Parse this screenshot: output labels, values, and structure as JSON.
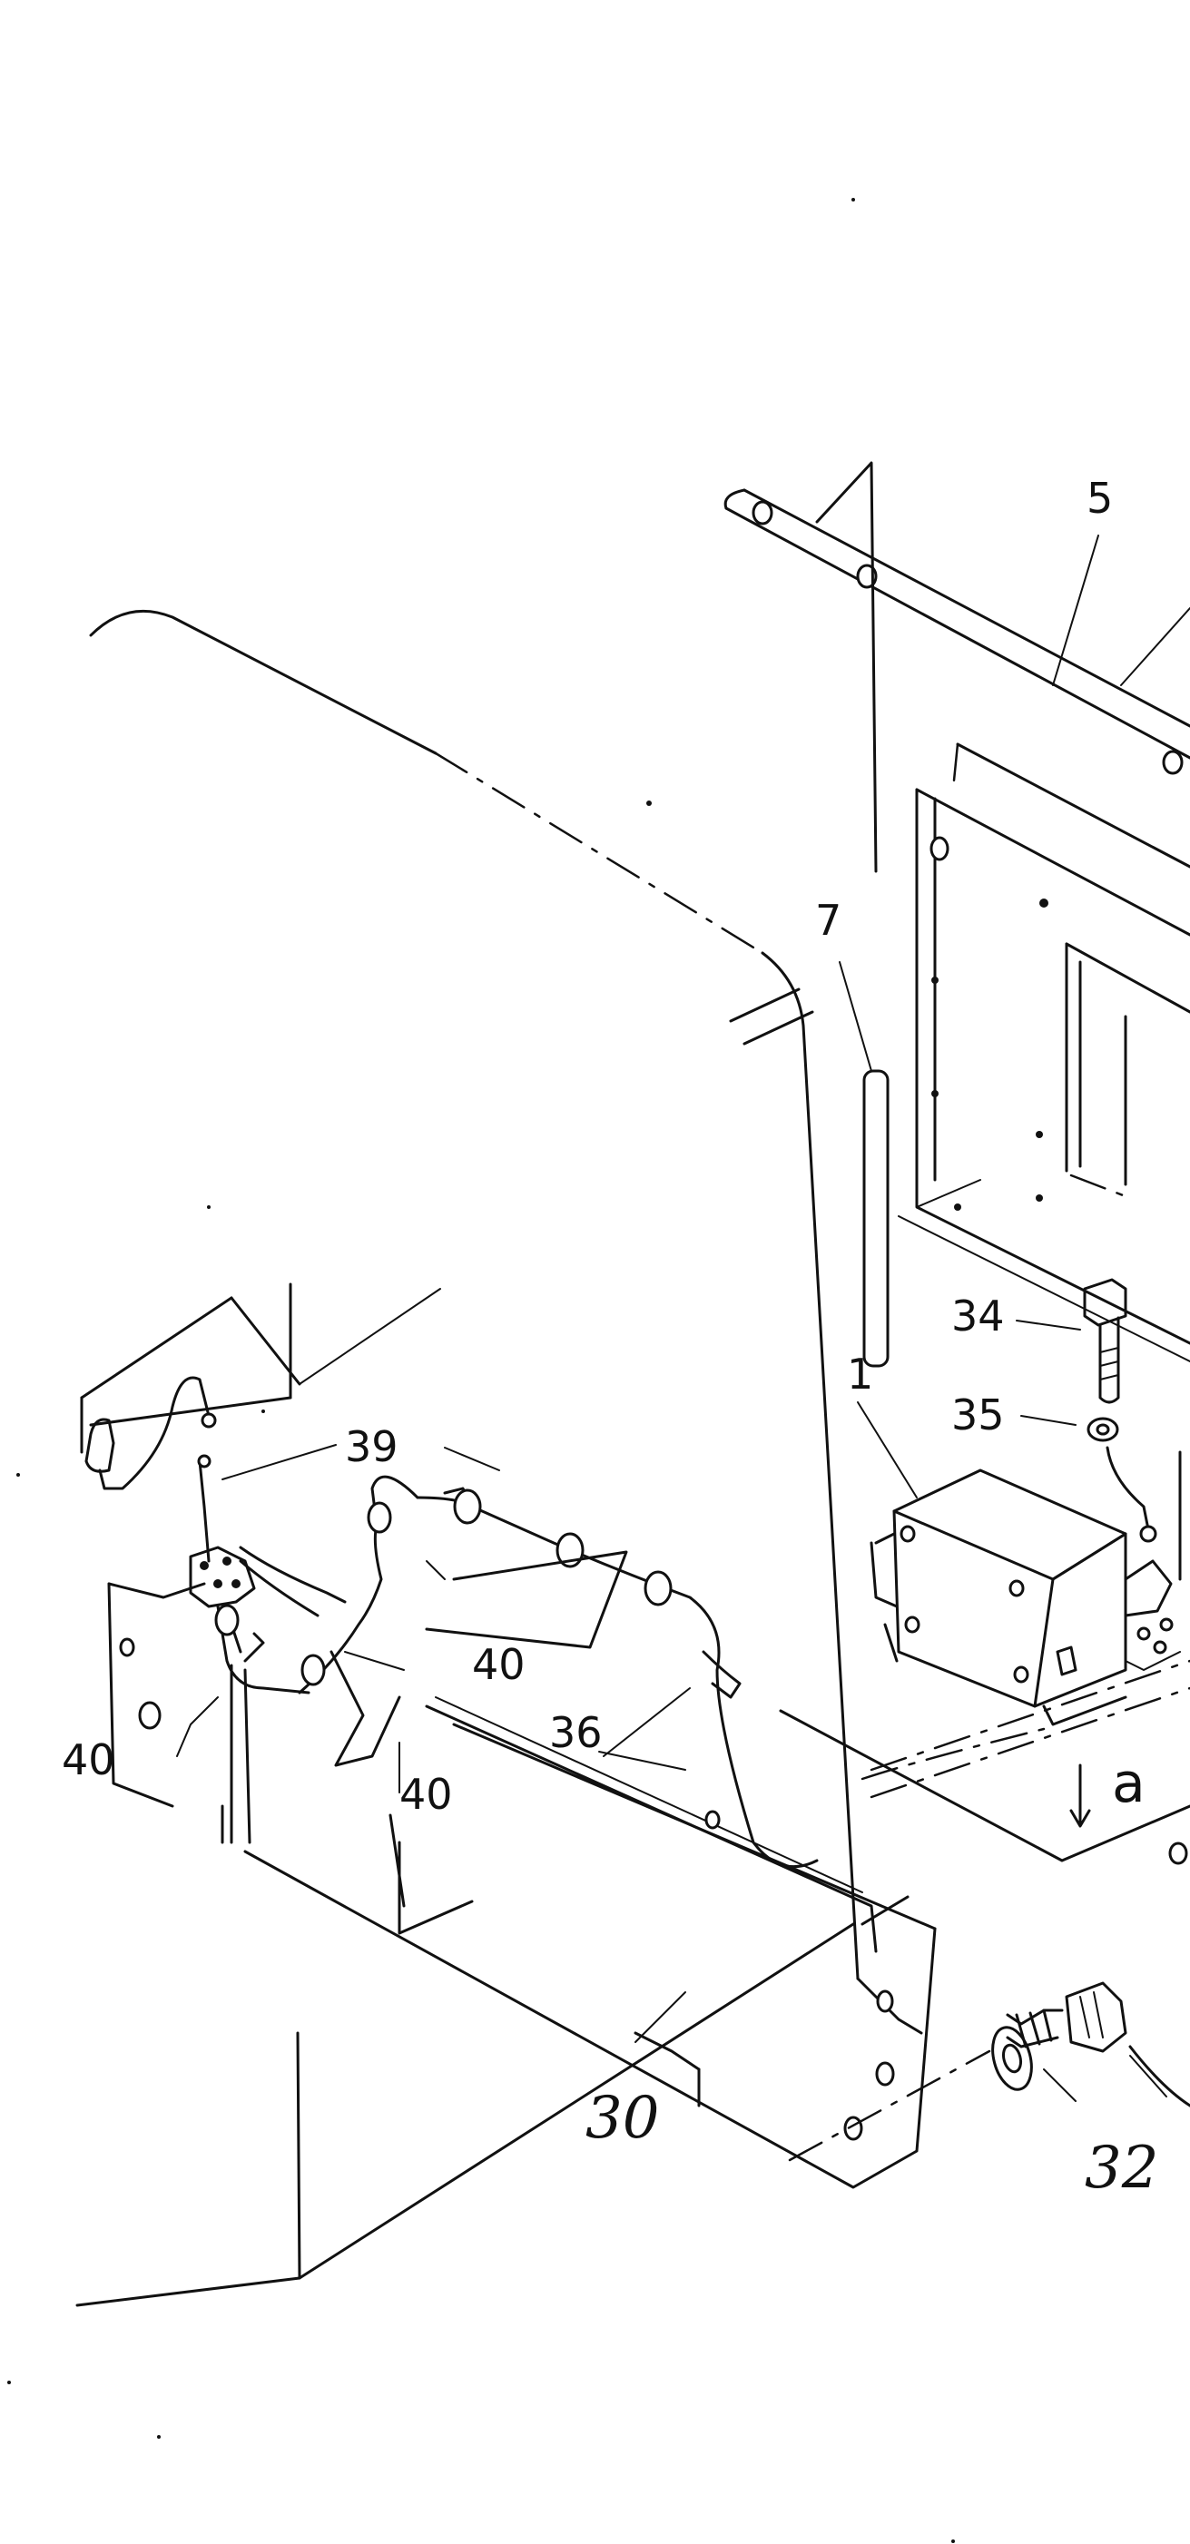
{
  "diagram": {
    "labels": {
      "item_5": "5",
      "item_7": "7",
      "item_34": "34",
      "item_35": "35",
      "item_1": "1",
      "item_39": "39",
      "item_40_center": "40",
      "item_40_left": "40",
      "item_40_right": "40",
      "item_36": "36",
      "arrow_a": "a",
      "item_32": "32",
      "item_30": "30"
    }
  }
}
